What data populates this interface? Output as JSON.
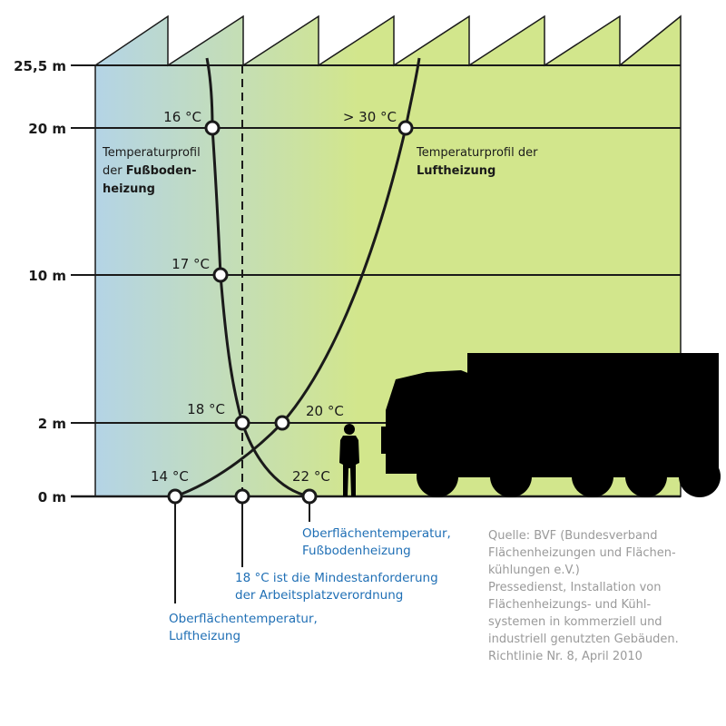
{
  "diagram": {
    "y_axis": [
      {
        "label": "25,5 m",
        "value": 25.5
      },
      {
        "label": "20 m",
        "value": 20
      },
      {
        "label": "10 m",
        "value": 10
      },
      {
        "label": "2 m",
        "value": 2
      },
      {
        "label": "0 m",
        "value": 0
      }
    ],
    "floor_heating": {
      "label_line1": "Temperaturprofil",
      "label_line2_prefix": "der ",
      "label_line2_bold": "Fußboden-",
      "label_line3_bold": "heizung",
      "points": [
        {
          "height": 20,
          "label": "16 °C"
        },
        {
          "height": 10,
          "label": "17 °C"
        },
        {
          "height": 2,
          "label": "18 °C"
        },
        {
          "height": 0,
          "label": "22 °C"
        }
      ]
    },
    "air_heating": {
      "label_line1": "Temperaturprofil der",
      "label_line2_bold": "Luftheizung",
      "points": [
        {
          "height": 20,
          "label": "> 30 °C"
        },
        {
          "height": 2,
          "label": "20 °C"
        },
        {
          "height": 0,
          "label": "14 °C"
        }
      ]
    },
    "annotations": {
      "surface_floor": [
        "Oberflächentemperatur,",
        "Fußbodenheizung"
      ],
      "minimum": [
        "18 °C ist die Mindestanforderung",
        "der Arbeitsplatzverordnung"
      ],
      "surface_air": [
        "Oberflächentemperatur,",
        "Luftheizung"
      ]
    },
    "source": [
      "Quelle: BVF (Bundesverband",
      "Flächenheizungen und Flächen-",
      "kühlungen e.V.)",
      "Pressedienst, Installation von",
      "Flächenheizungs- und Kühl-",
      "systemen in kommerziell und",
      "industriell genutzten Gebäuden.",
      "Richtlinie Nr. 8, April 2010"
    ],
    "colors": {
      "cool": "#b4d4e6",
      "warm": "#d2e68c",
      "accent_text": "#1f6fb5",
      "source_text": "#9a9a9a"
    }
  }
}
